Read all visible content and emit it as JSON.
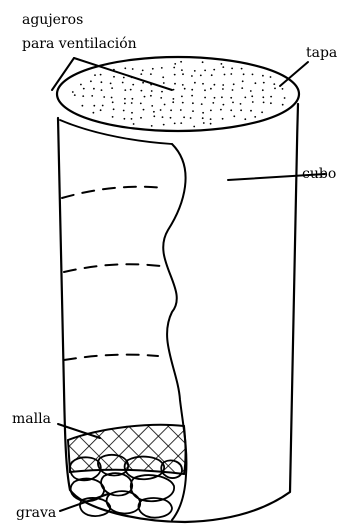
{
  "labels": {
    "vent_line1": "agujeros",
    "vent_line2": "para ventilación",
    "lid": "tapa",
    "bucket": "cubo",
    "mesh": "malla",
    "gravel": "grava"
  },
  "colors": {
    "ink": "#000000",
    "background": "#ffffff"
  }
}
